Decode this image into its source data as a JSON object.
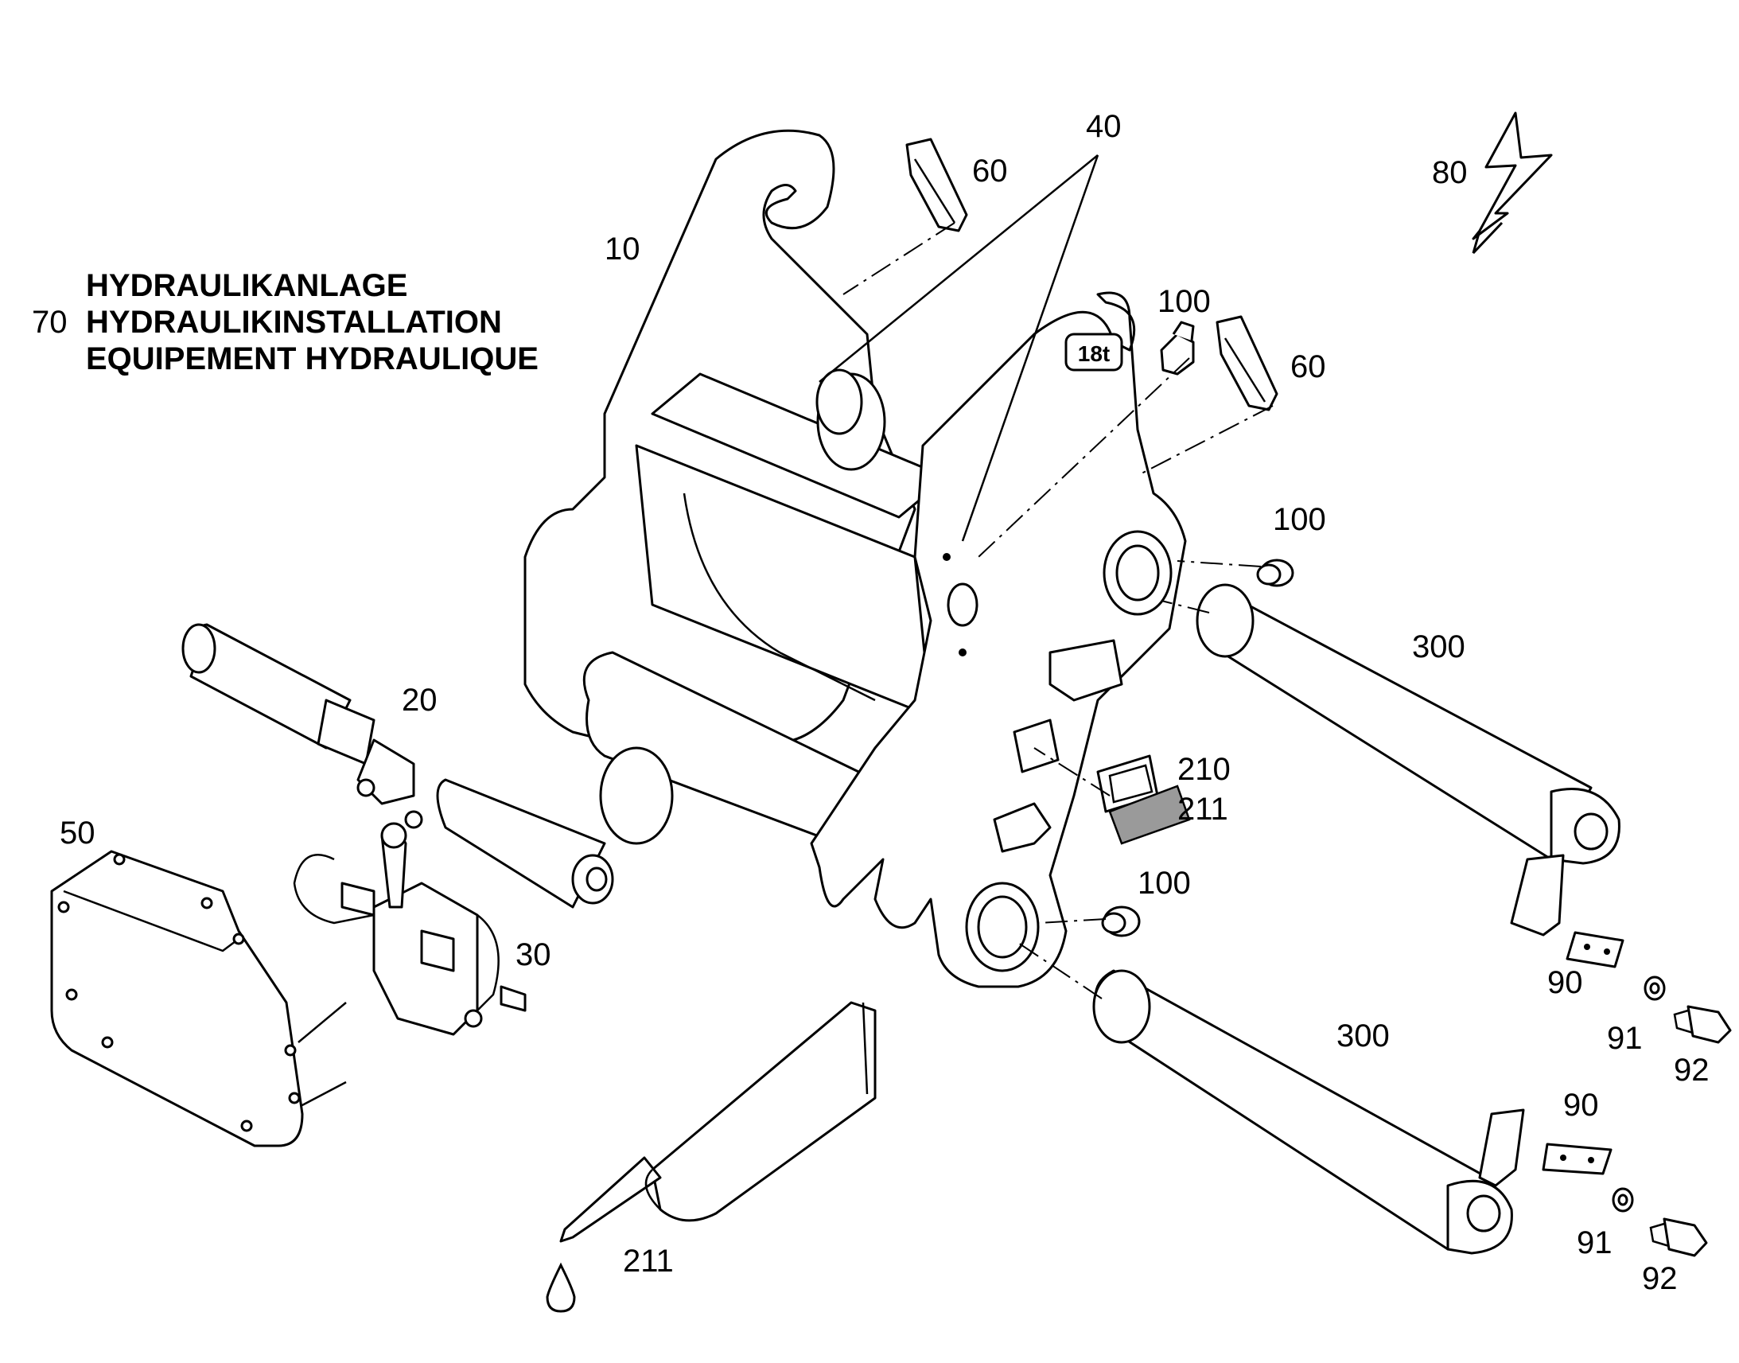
{
  "header": {
    "code": "70",
    "lines": [
      "HYDRAULIKANLAGE",
      "HYDRAULIKINSTALLATION",
      "EQUIPEMENT HYDRAULIQUE"
    ]
  },
  "frame_badge": "18t",
  "callouts": {
    "c10": "10",
    "c20": "20",
    "c30": "30",
    "c40": "40",
    "c50": "50",
    "c60a": "60",
    "c60b": "60",
    "c80": "80",
    "c90a": "90",
    "c90b": "90",
    "c91a": "91",
    "c91b": "91",
    "c92a": "92",
    "c92b": "92",
    "c100a": "100",
    "c100b": "100",
    "c100c": "100",
    "c210": "210",
    "c211a": "211",
    "c211b": "211",
    "c300a": "300",
    "c300b": "300"
  }
}
